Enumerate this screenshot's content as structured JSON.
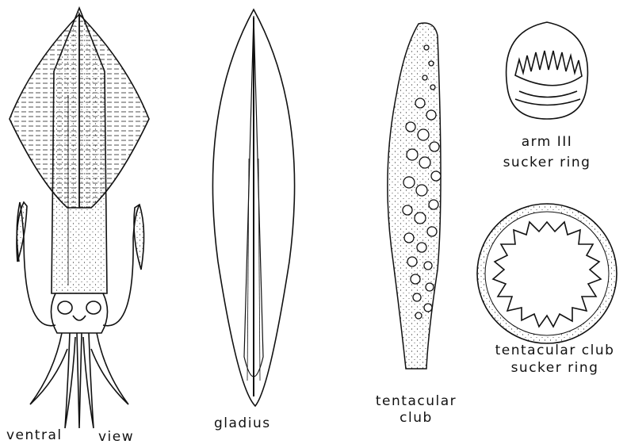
{
  "labels": {
    "ventral": "ventral",
    "view": "view",
    "gladius": "gladius",
    "tentacular_club_1": "tentacular",
    "tentacular_club_2": "club",
    "arm_sucker_1": "arm III",
    "arm_sucker_2": "sucker ring",
    "club_sucker_1": "tentacular club",
    "club_sucker_2": "sucker ring"
  },
  "colors": {
    "ink": "#111111",
    "paper": "#ffffff"
  }
}
